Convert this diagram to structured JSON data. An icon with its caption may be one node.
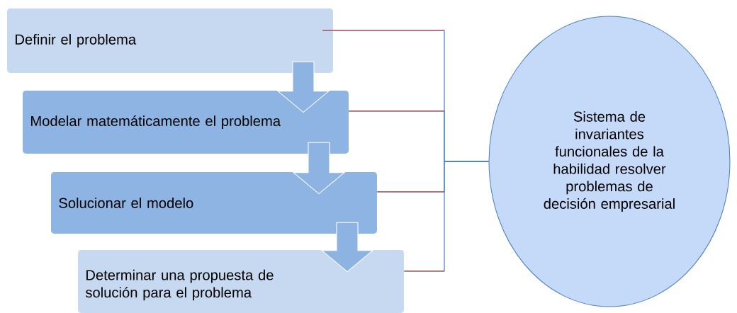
{
  "diagram": {
    "nodes": [
      {
        "text": [
          "Definir el problema"
        ]
      },
      {
        "text": [
          "Modelar matemáticamente el problema"
        ]
      },
      {
        "text": [
          "Solucionar el modelo"
        ]
      },
      {
        "text": [
          "Determinar una propuesta de solución para el problema"
        ]
      },
      {
        "text": [
          "Sistema de invariantes funcionales de la habilidad resolver problemas de decisión empresarial"
        ]
      }
    ],
    "edges": [
      {
        "from": 0,
        "to": 1,
        "arrow": "to"
      },
      {
        "from": 1,
        "to": 2,
        "arrow": "to"
      },
      {
        "from": 2,
        "to": 3,
        "arrow": "to"
      },
      {
        "from": 0,
        "to": 4,
        "arrow": "none"
      },
      {
        "from": 1,
        "to": 4,
        "arrow": "none"
      },
      {
        "from": 2,
        "to": 4,
        "arrow": "none"
      },
      {
        "from": 3,
        "to": 4,
        "arrow": "none"
      }
    ]
  }
}
